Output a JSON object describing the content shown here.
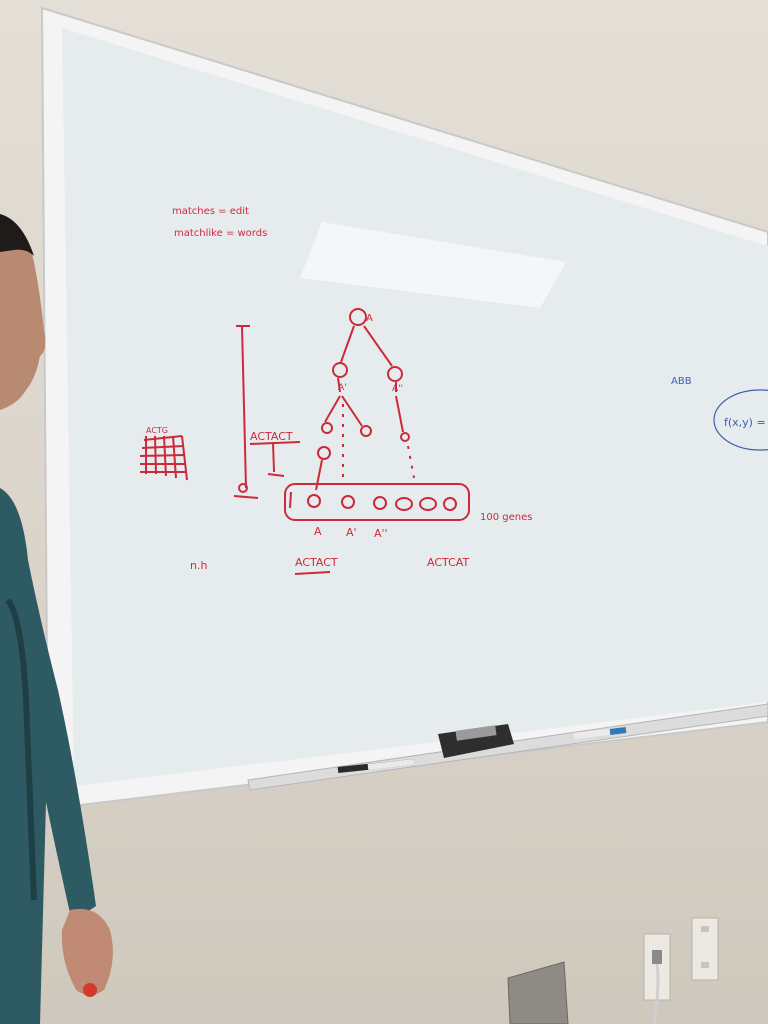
{
  "whiteboard": {
    "note_line1": "matches = edit",
    "note_line2": "matchlike = words",
    "root_label": "A",
    "node_label_a1": "A'",
    "node_label_a2": "A''",
    "box_label": "ACTACT",
    "corner_label": "ACTG",
    "row_labels": [
      "A",
      "A'",
      "A''"
    ],
    "right_note": "100 genes",
    "bottom_left": "n.h",
    "bottom_mid": "ACTACT",
    "bottom_right": "ACTCAT",
    "blue_scribble": "ABB",
    "blue_formula": "f(x,y) ="
  },
  "colors": {
    "marker_red": "#cc2a3a",
    "marker_blue": "#3d5fa8",
    "board": "#e9eef0",
    "frame": "#f2f2f2",
    "wall": "#dcd6cc"
  }
}
